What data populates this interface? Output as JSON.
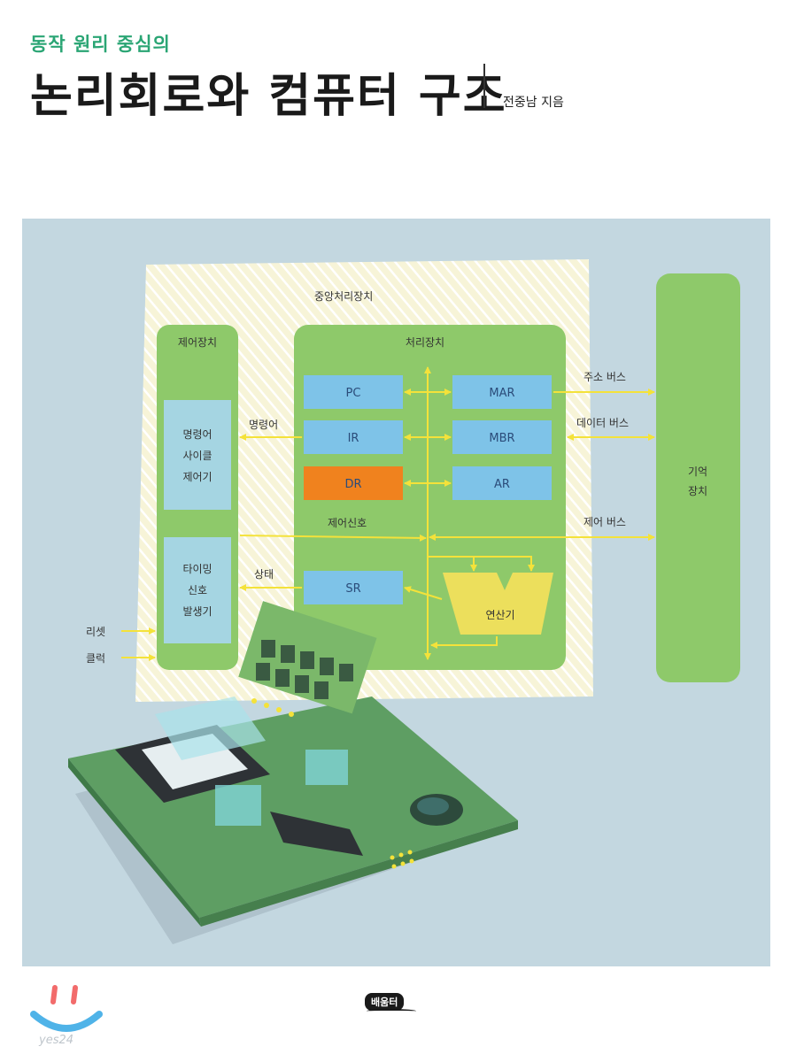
{
  "cover": {
    "subtitle": "동작 원리 중심의",
    "title": "논리회로와 컴퓨터 구조",
    "author": "전중남 지음",
    "publisher": "배움터",
    "watermark": "yes24"
  },
  "diagram": {
    "cpu_label": "중앙처리장치",
    "control_unit": {
      "label": "제어장치",
      "cycle_lines": [
        "명령어",
        "사이클",
        "제어기"
      ],
      "timing_lines": [
        "타이밍",
        "신호",
        "발생기"
      ]
    },
    "processing_unit": {
      "label": "처리장치"
    },
    "registers": {
      "pc": "PC",
      "ir": "IR",
      "dr": "DR",
      "mar": "MAR",
      "mbr": "MBR",
      "ar": "AR",
      "sr": "SR"
    },
    "alu": "연산기",
    "memory_lines": [
      "기억",
      "장치"
    ],
    "signals": {
      "instruction": "명령어",
      "control_signal": "제어신호",
      "status": "상태",
      "reset": "리셋",
      "clock": "클럭"
    },
    "buses": {
      "address": "주소 버스",
      "data": "데이터 버스",
      "control": "제어 버스"
    }
  },
  "colors": {
    "background_art": "#c3d7e0",
    "green_block": "#8ec96a",
    "register_blue": "#7ec3e8",
    "register_dr": "#f0821e",
    "alu_yellow": "#ecdf5c",
    "arrow_yellow": "#f4e23a",
    "subtitle_green": "#2aa574"
  }
}
